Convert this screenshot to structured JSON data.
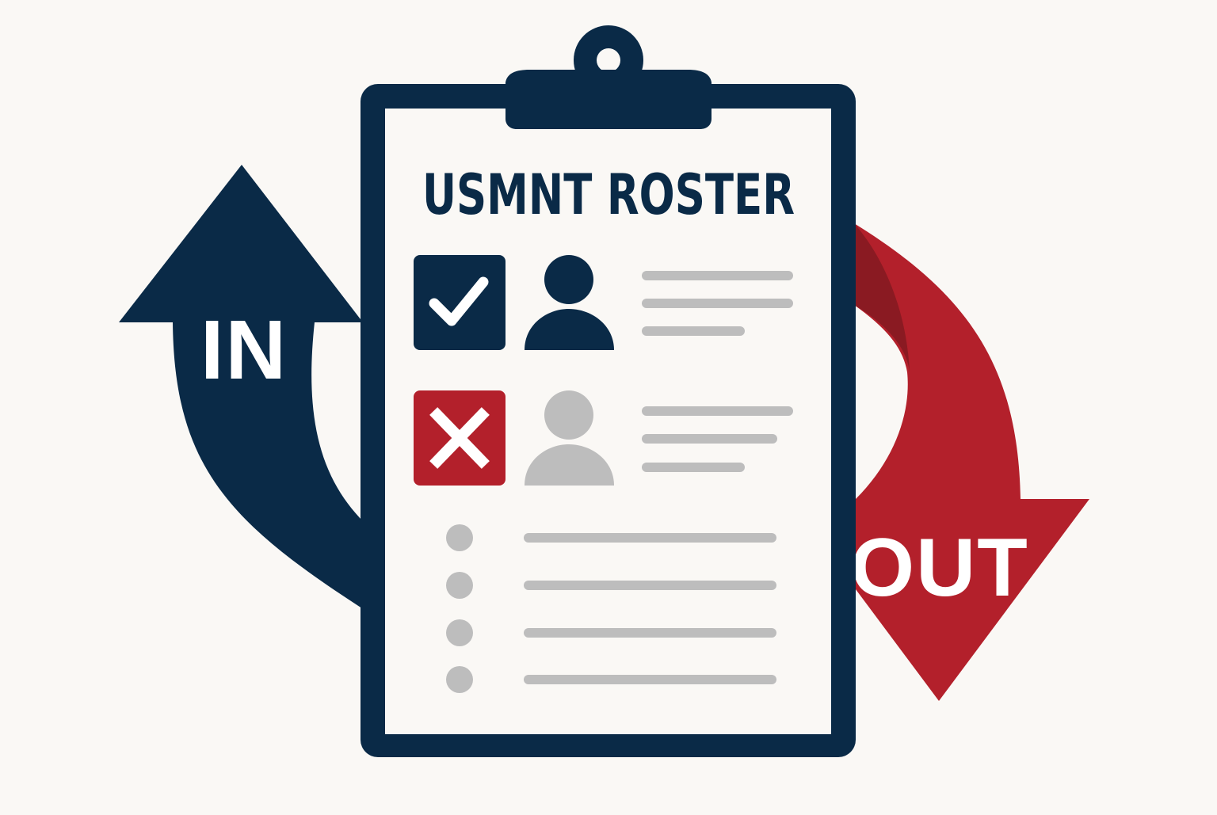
{
  "roster": {
    "title": "USMNT ROSTER"
  },
  "arrows": {
    "in_label": "IN",
    "out_label": "OUT"
  },
  "entries": [
    {
      "status": "in",
      "status_icon": "checkmark-icon",
      "avatar": "person-icon"
    },
    {
      "status": "out",
      "status_icon": "x-mark-icon",
      "avatar": "person-icon"
    }
  ],
  "bullet_rows": 4,
  "colors": {
    "navy": "#0a2a47",
    "red": "#b3202b",
    "gray": "#bdbdbd",
    "paper": "#faf8f5",
    "sheet": "#ffffff"
  }
}
